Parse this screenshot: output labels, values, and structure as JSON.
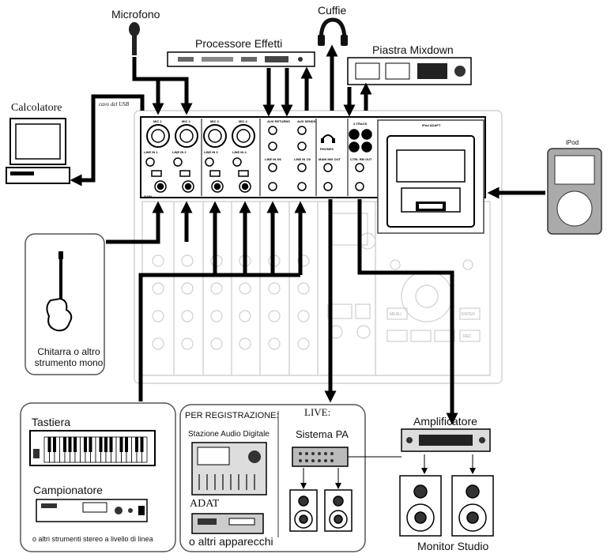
{
  "labels": {
    "microphone": "Microfono",
    "headphones": "Cuffie",
    "effects": "Processore Effetti",
    "mixdown": "Piastra Mixdown",
    "computer": "Calcolatore",
    "usb_cable": "cavo del USB",
    "ipod": "iPod",
    "guitar": "Chitarra o altro strumento mono",
    "keyboard": "Tastiera",
    "sampler": "Campionatore",
    "stereo_instruments": "o altri strumenti stereo a livello di linea",
    "for_recording": "PER REGISTRAZIONE:",
    "daw": "Stazione Audio Digitale",
    "adat": "ADAT",
    "other_devices": "o altri apparecchi",
    "live": "LIVE:",
    "pa_system": "Sistema PA",
    "amplifier": "Amplificatore",
    "studio_monitors": "Monitor Studio"
  },
  "panel": {
    "mic1": "MIC 1",
    "mic2": "MIC 2",
    "mic3": "MIC 3",
    "mic4": "MIC 4",
    "line1": "LINE IN 1",
    "line2": "LINE IN 2",
    "line3": "LINE IN 3",
    "line4": "LINE IN 4",
    "aux_returns": "AUX RETURNS",
    "aux_sends": "AUX SENDS",
    "line56": "LINE IN 5/6",
    "line78": "LINE IN 7/8",
    "main_mix_out": "MAIN MIX OUT",
    "ctrl_rm_out": "CTRL RM OUT",
    "two_track": "2-TRACK",
    "phones": "PHONES",
    "ipod_adapt": "iPod ADAPT",
    "gain": "GAIN"
  },
  "controls": {
    "menu": "MENU",
    "enter": "ENTER",
    "rec": "REC"
  }
}
